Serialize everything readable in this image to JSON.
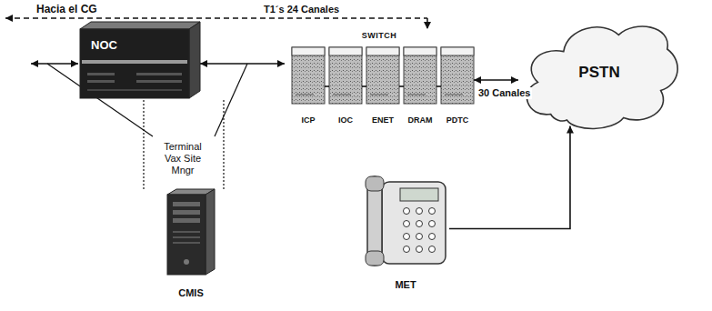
{
  "diagram": {
    "nodes": [
      {
        "text": [
          "NOC"
        ]
      },
      {
        "text": [
          "SWITCH"
        ]
      },
      {
        "text": [
          "ICP"
        ],
        "in": 1
      },
      {
        "text": [
          "IOC"
        ],
        "in": 1
      },
      {
        "text": [
          "ENET"
        ],
        "in": 1
      },
      {
        "text": [
          "DRAM"
        ],
        "in": 1
      },
      {
        "text": [
          "PDTC"
        ],
        "in": 1
      },
      {
        "text": [
          "PSTN"
        ]
      },
      {
        "text": [
          "CMIS"
        ]
      },
      {
        "text": [
          "MET"
        ]
      }
    ],
    "edges": [
      {
        "from": 0,
        "to": 1,
        "arrow": "both"
      },
      {
        "from": 2,
        "to": 3,
        "arrow": "none"
      },
      {
        "from": 3,
        "to": 4,
        "arrow": "none"
      },
      {
        "from": 4,
        "to": 5,
        "arrow": "none"
      },
      {
        "from": 5,
        "to": 6,
        "arrow": "none"
      },
      {
        "from": 1,
        "to": 7,
        "label": "30 Canales",
        "arrow": "both"
      },
      {
        "from": 9,
        "to": 7,
        "arrow": "to"
      }
    ],
    "labels": [
      "Hacia el CG",
      "T1´s 24 Canales",
      "Terminal Vax Site Mngr"
    ]
  }
}
